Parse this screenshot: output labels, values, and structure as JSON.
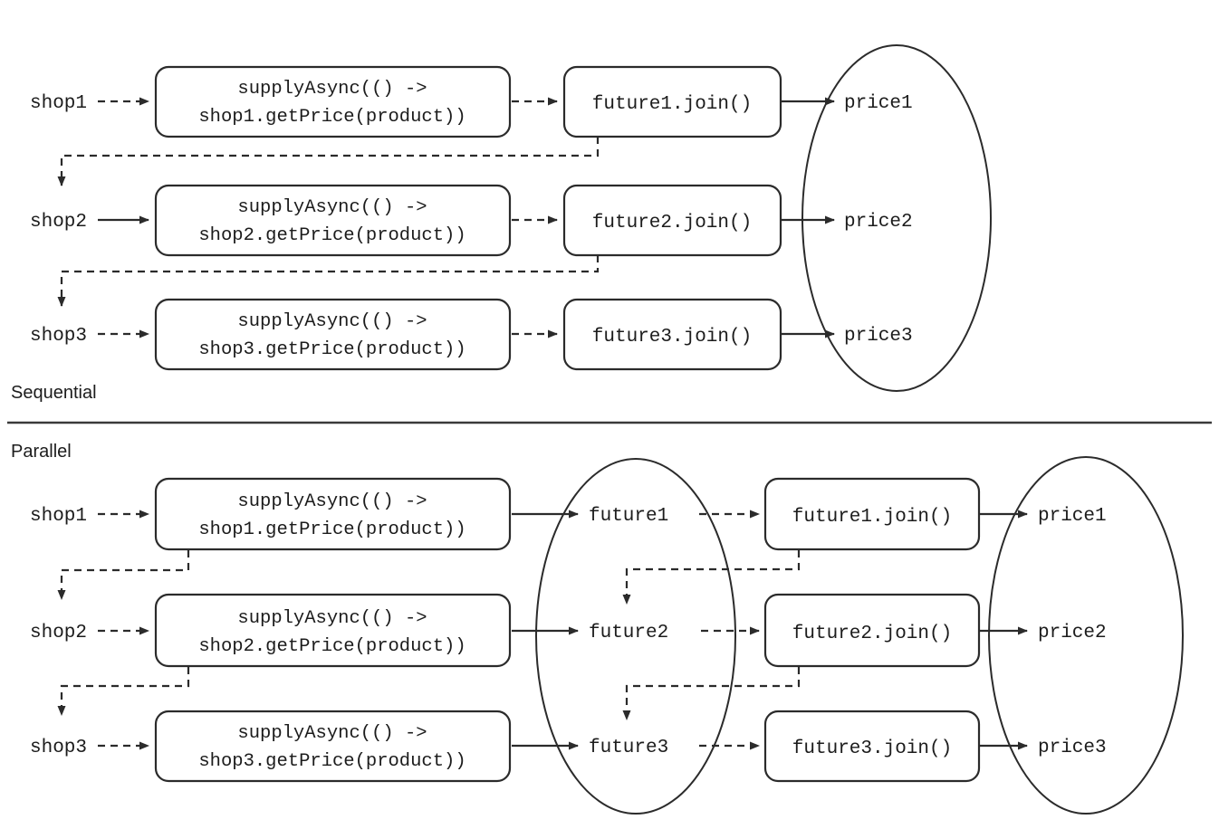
{
  "figure": {
    "sections": [
      {
        "id": "sequential",
        "label": "Sequential",
        "rows": [
          {
            "source_label": "shop1",
            "task_line1": "supplyAsync(() ->",
            "task_line2": "shop1.getPrice(product))",
            "join_label": "future1.join()",
            "result_label": "price1"
          },
          {
            "source_label": "shop2",
            "task_line1": "supplyAsync(() ->",
            "task_line2": "shop2.getPrice(product))",
            "join_label": "future2.join()",
            "result_label": "price2"
          },
          {
            "source_label": "shop3",
            "task_line1": "supplyAsync(() ->",
            "task_line2": "shop3.getPrice(product))",
            "join_label": "future3.join()",
            "result_label": "price3"
          }
        ]
      },
      {
        "id": "parallel",
        "label": "Parallel",
        "rows": [
          {
            "source_label": "shop1",
            "task_line1": "supplyAsync(() ->",
            "task_line2": "shop1.getPrice(product))",
            "future_label": "future1",
            "join_label": "future1.join()",
            "result_label": "price1"
          },
          {
            "source_label": "shop2",
            "task_line1": "supplyAsync(() ->",
            "task_line2": "shop2.getPrice(product))",
            "future_label": "future2",
            "join_label": "future2.join()",
            "result_label": "price2"
          },
          {
            "source_label": "shop3",
            "task_line1": "supplyAsync(() ->",
            "task_line2": "shop3.getPrice(product))",
            "future_label": "future3",
            "join_label": "future3.join()",
            "result_label": "price3"
          }
        ]
      }
    ],
    "colors": {
      "stroke": "#2b2b2b",
      "background": "#ffffff",
      "text": "#1c1c1c"
    }
  }
}
